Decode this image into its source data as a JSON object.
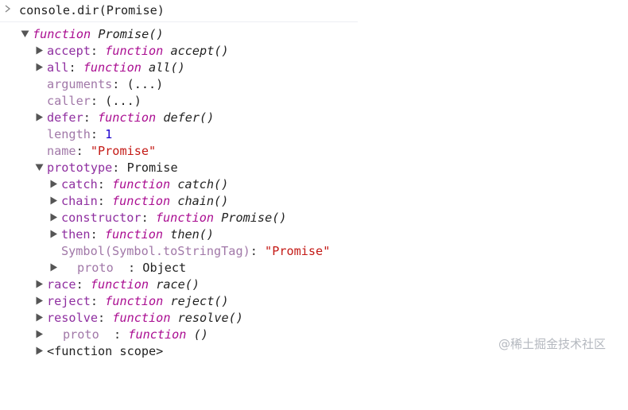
{
  "console": {
    "prompt_icon": "chevron-right-icon",
    "command": "console.dir(Promise)"
  },
  "tree": {
    "root": {
      "kw": "function",
      "name": "Promise()"
    },
    "members": [
      {
        "key": "accept",
        "kw": "function",
        "name": "accept()"
      },
      {
        "key": "all",
        "kw": "function",
        "name": "all()"
      },
      {
        "key": "arguments",
        "value": "(...)"
      },
      {
        "key": "caller",
        "value": "(...)"
      },
      {
        "key": "defer",
        "kw": "function",
        "name": "defer()"
      },
      {
        "key": "length",
        "value": "1"
      },
      {
        "key": "name",
        "value": "\"Promise\""
      },
      {
        "key": "prototype",
        "value": "Promise"
      },
      {
        "key": "race",
        "kw": "function",
        "name": "race()"
      },
      {
        "key": "reject",
        "kw": "function",
        "name": "reject()"
      },
      {
        "key": "resolve",
        "kw": "function",
        "name": "resolve()"
      },
      {
        "key": "proto",
        "kw": "function",
        "name": "()"
      },
      {
        "label": "<function scope>"
      }
    ],
    "prototype_members": [
      {
        "key": "catch",
        "kw": "function",
        "name": "catch()"
      },
      {
        "key": "chain",
        "kw": "function",
        "name": "chain()"
      },
      {
        "key": "constructor",
        "kw": "function",
        "name": "Promise()"
      },
      {
        "key": "then",
        "kw": "function",
        "name": "then()"
      },
      {
        "key": "Symbol(Symbol.toStringTag)",
        "value": "\"Promise\""
      },
      {
        "key": "proto",
        "value": "Object"
      }
    ]
  },
  "colors": {
    "key": "#8f2fa0",
    "key_dim": "#a178a8",
    "function_keyword": "#aa0d91",
    "number": "#1c00cf",
    "string": "#c41a16",
    "arrow": "#555555"
  },
  "watermark": "@稀土掘金技术社区"
}
